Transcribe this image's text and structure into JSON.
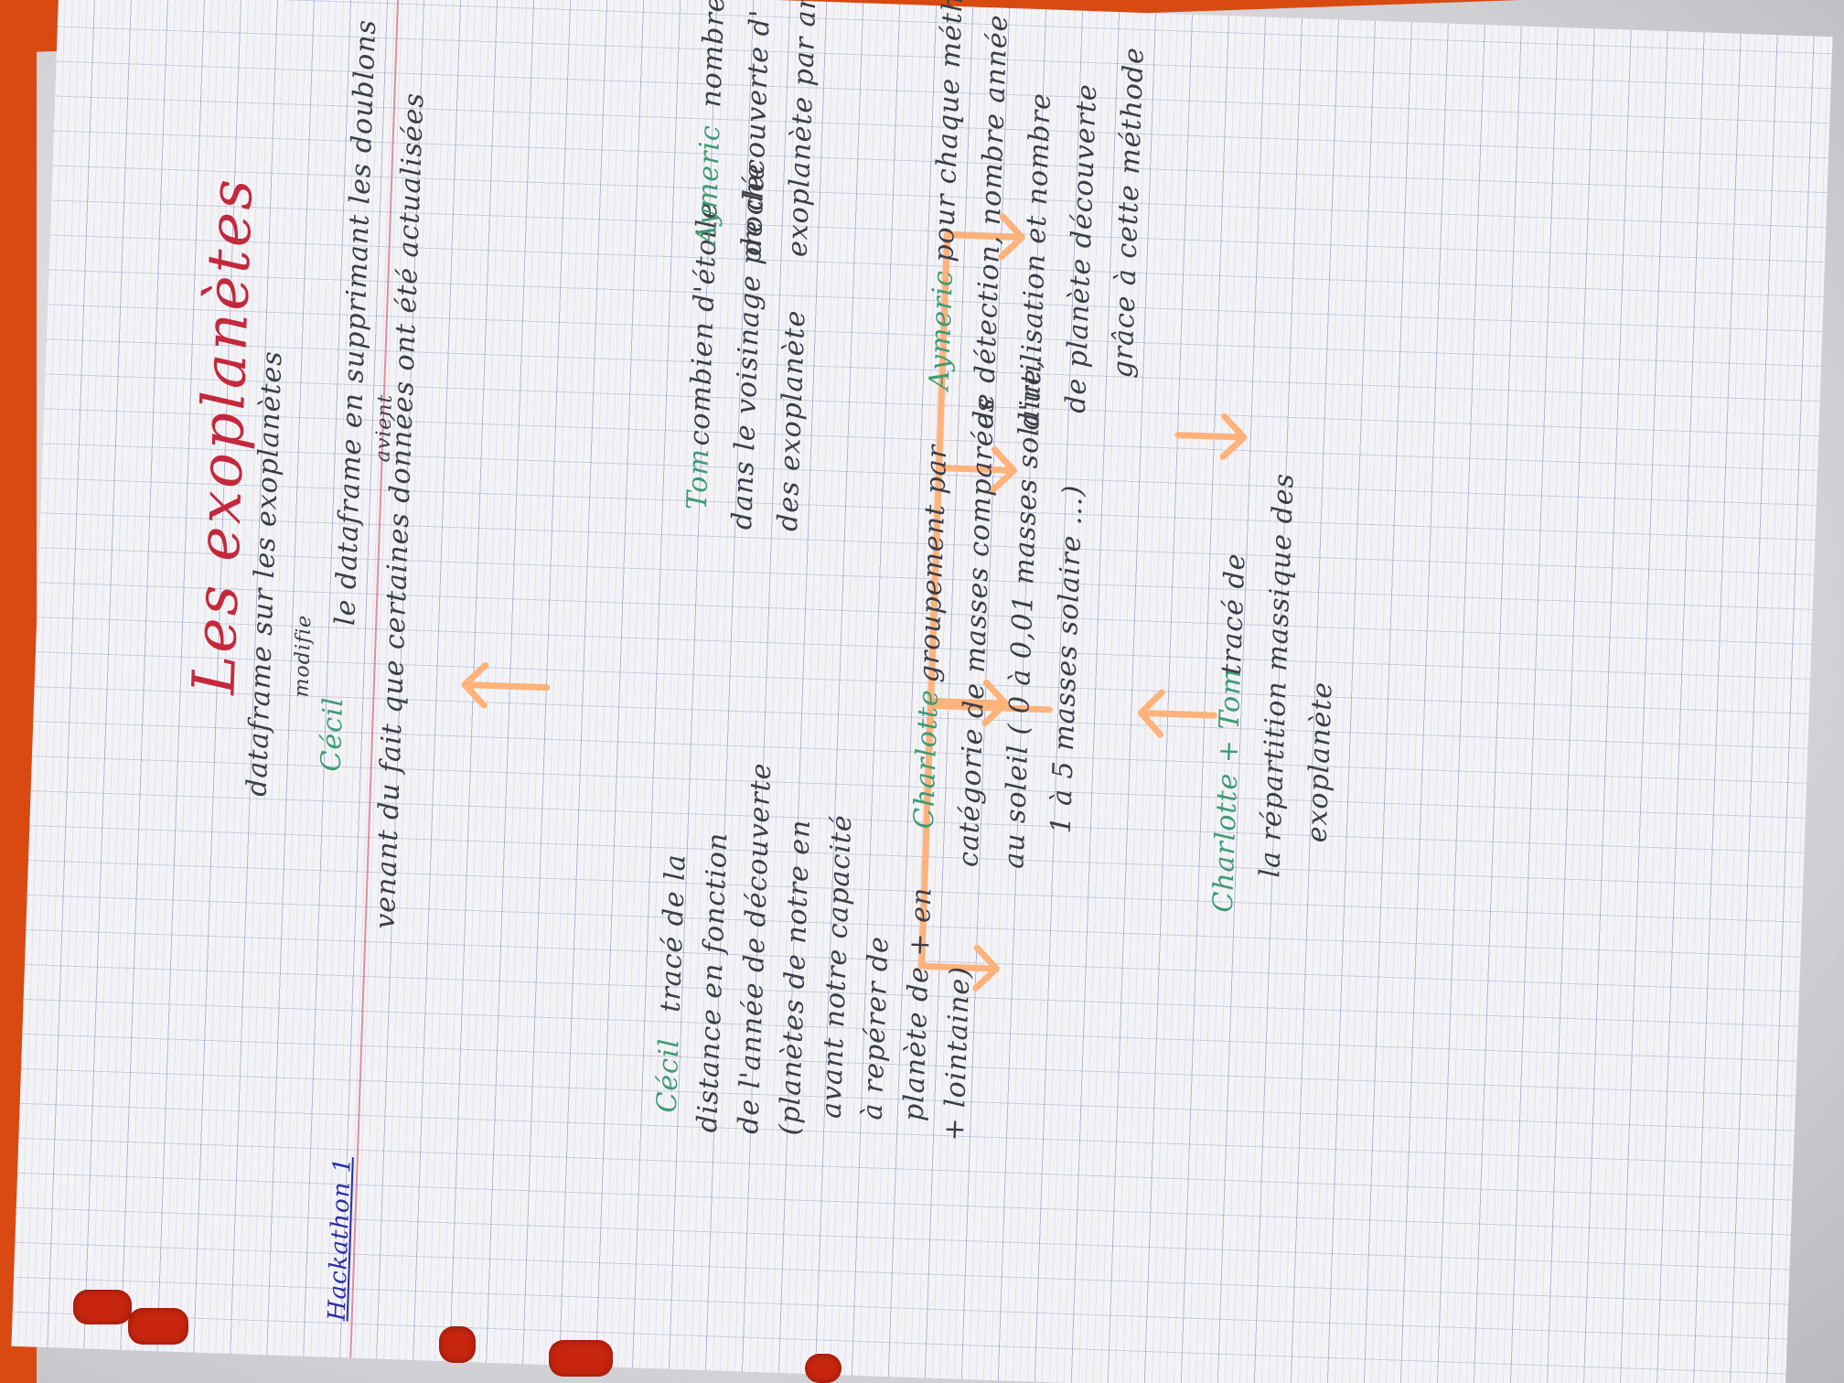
{
  "header": {
    "label": "Hackathon 1"
  },
  "title": "Les exoplanètes",
  "intro": "dataframe sur les exoplanètes",
  "cleaning": {
    "name": "Cécil",
    "correction_note": "modifie",
    "line1": "le dataframe en supprimant les doublons",
    "line2_note": "avient",
    "line2": "venant du fait que certaines données ont été actualisées"
  },
  "branch_left": {
    "name": "Cécil",
    "lines": [
      "tracé de la",
      "distance en fonction",
      "de l'année de découverte",
      "(planètes de notre en",
      "avant notre capacité",
      "à repérer de",
      "planète de + en",
      "+ lointaine)"
    ]
  },
  "branch_mid_left": {
    "name": "Charlotte",
    "lines": [
      "groupement par",
      "catégorie de masses comparées",
      "au soleil ( 0 à 0,01 masses solaire,",
      "1 à 5 masses solaire ...)"
    ]
  },
  "branch_mid": {
    "name": "Tom",
    "lines": [
      "combien d'étoile",
      "dans le voisinage proche",
      "des exoplanète"
    ]
  },
  "branch_right_top": {
    "name": "Aymeric",
    "lines": [
      "nombre",
      "de découverte d'",
      "exoplanète par année"
    ]
  },
  "branch_right_bottom": {
    "name": "Aymeric",
    "lines": [
      "pour chaque méthode",
      "de détection, nombre année",
      "d'utilisation et nombre",
      "de planète découverte",
      "grâce à cette méthode"
    ]
  },
  "final": {
    "names": "Charlotte + Tom",
    "lines": [
      "tracé de",
      "la répartition massique des",
      "exoplanète"
    ]
  },
  "colors": {
    "ink": "#3d3d46",
    "green": "#3f9b74",
    "title_red": "#c4283c",
    "header_blue": "#2a2ea6",
    "arrow_orange": "#ffb27a",
    "folder_orange": "#d84a12"
  }
}
